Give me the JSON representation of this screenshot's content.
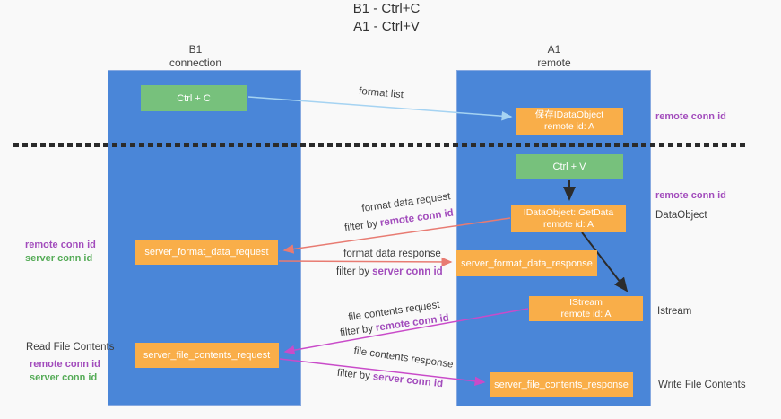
{
  "title": {
    "line1": "B1 - Ctrl+C",
    "line2": "A1 - Ctrl+V"
  },
  "columns": {
    "left": {
      "name": "B1",
      "role": "connection"
    },
    "right": {
      "name": "A1",
      "role": "remote"
    }
  },
  "boxes": {
    "ctrl_c": "Ctrl + C",
    "ctrl_v": "Ctrl + V",
    "save_idataobject": {
      "title": "保存IDataObject",
      "subtitle": "remote id: A"
    },
    "getdata": {
      "title": "IDataObject::GetData",
      "subtitle": "remote id: A"
    },
    "istream": {
      "title": "IStream",
      "subtitle": "remote id: A"
    },
    "server_format_data_request": "server_format_data_request",
    "server_format_data_response": "server_format_data_response",
    "server_file_contents_request": "server_file_contents_request",
    "server_file_contents_response": "server_file_contents_response"
  },
  "labels": {
    "remote_conn_id": "remote conn id",
    "server_conn_id": "server conn id",
    "dataobject": "DataObject",
    "istream": "Istream",
    "read_file_contents": "Read File Contents",
    "write_file_contents": "Write File Contents"
  },
  "arrows": {
    "format_list": "format list",
    "format_data_request": "format data request",
    "format_data_response": "format data response",
    "file_contents_request": "file contents request",
    "file_contents_response": "file contents response",
    "filter_by": "filter by"
  },
  "colors": {
    "column_blue": "#4a86d8",
    "box_green": "#77c17c",
    "box_orange": "#f9ae49",
    "arrow_red": "#e87b72",
    "arrow_magenta": "#c94bc9",
    "arrow_light_blue": "#a5d3f2",
    "text_purple": "#a24cbc",
    "text_green": "#55ab57",
    "arrow_black": "#2b2b2b"
  }
}
